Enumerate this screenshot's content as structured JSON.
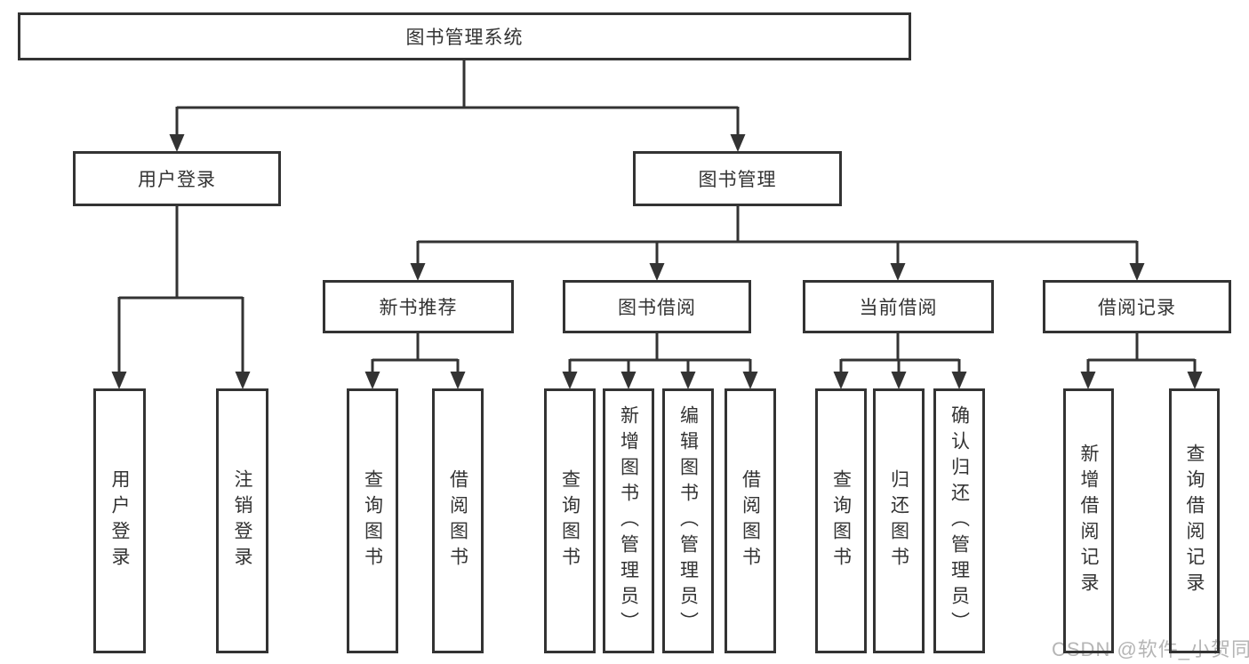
{
  "colors": {
    "line": "#333333",
    "text": "#333333",
    "background": "#ffffff",
    "watermark": "#b5b5b5"
  },
  "tree": {
    "root": "图书管理系统",
    "level2": {
      "user_login": "用户登录",
      "book_management": "图书管理"
    },
    "level3": {
      "new_book_recommend": "新书推荐",
      "book_borrow": "图书借阅",
      "current_borrow": "当前借阅",
      "borrow_record": "借阅记录"
    },
    "leaves": {
      "user_login": "用户登录",
      "logout": "注销登录",
      "recommend_query_book": "查询图书",
      "recommend_borrow_book": "借阅图书",
      "borrow_query_book": "查询图书",
      "borrow_add_book": "新增图书（管理员）",
      "borrow_edit_book": "编辑图书（管理员）",
      "borrow_borrow_book": "借阅图书",
      "current_query_book": "查询图书",
      "current_return_book": "归还图书",
      "current_confirm_return": "确认归还（管理员）",
      "record_add": "新增借阅记录",
      "record_query": "查询借阅记录"
    },
    "edges": [
      {
        "from": "图书管理系统",
        "to": [
          "用户登录",
          "图书管理"
        ]
      },
      {
        "from": "用户登录",
        "to": [
          "用户登录",
          "注销登录"
        ]
      },
      {
        "from": "图书管理",
        "to": [
          "新书推荐",
          "图书借阅",
          "当前借阅",
          "借阅记录"
        ]
      },
      {
        "from": "新书推荐",
        "to": [
          "查询图书",
          "借阅图书"
        ]
      },
      {
        "from": "图书借阅",
        "to": [
          "查询图书",
          "新增图书（管理员）",
          "编辑图书（管理员）",
          "借阅图书"
        ]
      },
      {
        "from": "当前借阅",
        "to": [
          "查询图书",
          "归还图书",
          "确认归还（管理员）"
        ]
      },
      {
        "from": "借阅记录",
        "to": [
          "新增借阅记录",
          "查询借阅记录"
        ]
      }
    ]
  },
  "watermark": "CSDN @软件_小贺同学"
}
